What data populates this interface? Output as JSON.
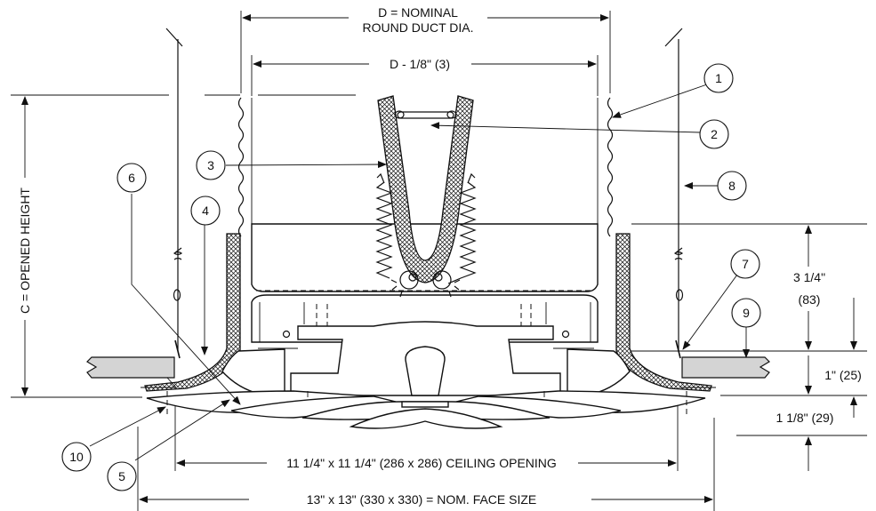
{
  "dimensions": {
    "duct_dia": [
      "D = NOMINAL",
      "ROUND DUCT DIA."
    ],
    "inner_dia": "D - 1/8\" (3)",
    "opened_height": "C = OPENED HEIGHT",
    "height_a": [
      "3 1/4\"",
      "(83)"
    ],
    "height_b": "1\" (25)",
    "height_c": "1 1/8\" (29)",
    "ceiling_opening": "11 1/4\" x 11 1/4\" (286 x 286) CEILING OPENING",
    "face_size": "13\" x 13\" (330 x 330) = NOM. FACE SIZE"
  },
  "callouts": [
    "1",
    "2",
    "3",
    "4",
    "5",
    "6",
    "7",
    "8",
    "9",
    "10"
  ],
  "colors": {
    "line": "#111111",
    "ceiling_tile": "#d4d4d4",
    "background": "#ffffff"
  }
}
